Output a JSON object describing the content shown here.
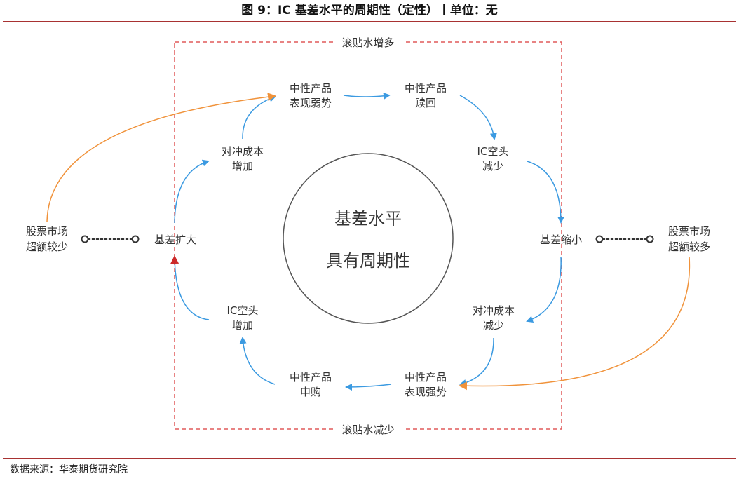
{
  "header": {
    "title": "图 9：IC 基差水平的周期性（定性）丨单位：无"
  },
  "footer": {
    "source": "数据来源：华泰期货研究院"
  },
  "diagram": {
    "center": {
      "line1": "基差水平",
      "line2": "具有周期性"
    },
    "box": {
      "top_label": "滚贴水增多",
      "bottom_label": "滚贴水减少"
    },
    "nodes": {
      "neutral_weak": {
        "line1": "中性产品",
        "line2": "表现弱势"
      },
      "neutral_redeem": {
        "line1": "中性产品",
        "line2": "赎回"
      },
      "ic_short_decrease": {
        "line1": "IC空头",
        "line2": "减少"
      },
      "basis_narrow": {
        "line1": "基差缩小"
      },
      "hedge_cost_decrease": {
        "line1": "对冲成本",
        "line2": "减少"
      },
      "neutral_strong": {
        "line1": "中性产品",
        "line2": "表现强势"
      },
      "neutral_subscribe": {
        "line1": "中性产品",
        "line2": "申购"
      },
      "ic_short_increase": {
        "line1": "IC空头",
        "line2": "增加"
      },
      "basis_widen": {
        "line1": "基差扩大"
      },
      "hedge_cost_increase": {
        "line1": "对冲成本",
        "line2": "增加"
      },
      "market_less": {
        "line1": "股票市场",
        "line2": "超额较少"
      },
      "market_more": {
        "line1": "股票市场",
        "line2": "超额较多"
      }
    },
    "colors": {
      "cycle_arrow": "#3b9ae1",
      "market_arrow": "#f0923a",
      "box_border": "#e05a5a",
      "rule": "#a83232",
      "red_arrowhead": "#cc2a2a"
    }
  }
}
